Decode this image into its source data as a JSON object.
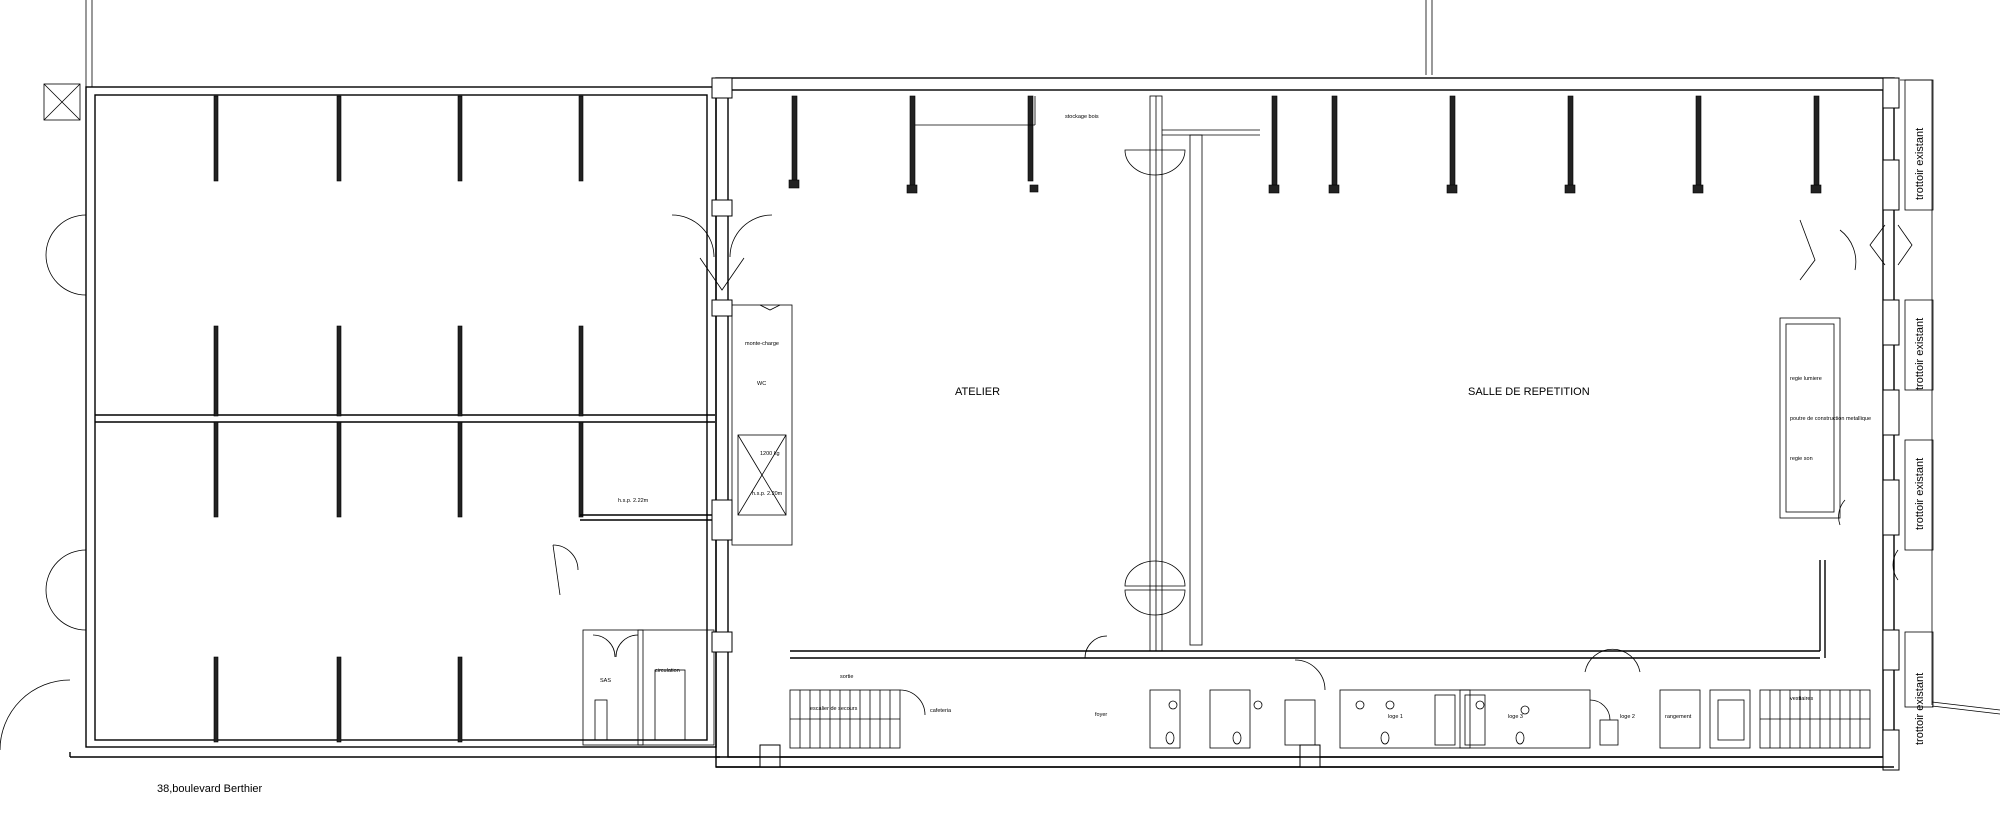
{
  "rooms": {
    "atelier": "ATELIER",
    "salle": "SALLE DE REPETITION",
    "sas": "SAS",
    "cafeteria": "cafeteria",
    "foyer": "foyer",
    "sortie": "sortie",
    "loge1": "loge 1",
    "loge3": "loge 3",
    "loge2": "loge 2",
    "range": "rangement",
    "stockage": "stockage bois",
    "monte": "monte-charge",
    "wc": "WC",
    "regie": "regie lumiere",
    "regieson": "regie son",
    "poutre": "poutre de construction metallique",
    "hauteur1": "h.s.p. 2.22m",
    "hauteur2": "h.s.p. 2.20m",
    "charge": "1200 kg",
    "escalier": "escalier de secours",
    "circulation": "circulation",
    "vestiaire": "vestiaires"
  },
  "street": {
    "trottoir1": "trottoir existant",
    "trottoir2": "trottoir existant",
    "trottoir3": "trottoir existant",
    "trottoir4": "trottoir existant"
  },
  "address": "38,boulevard Berthier"
}
